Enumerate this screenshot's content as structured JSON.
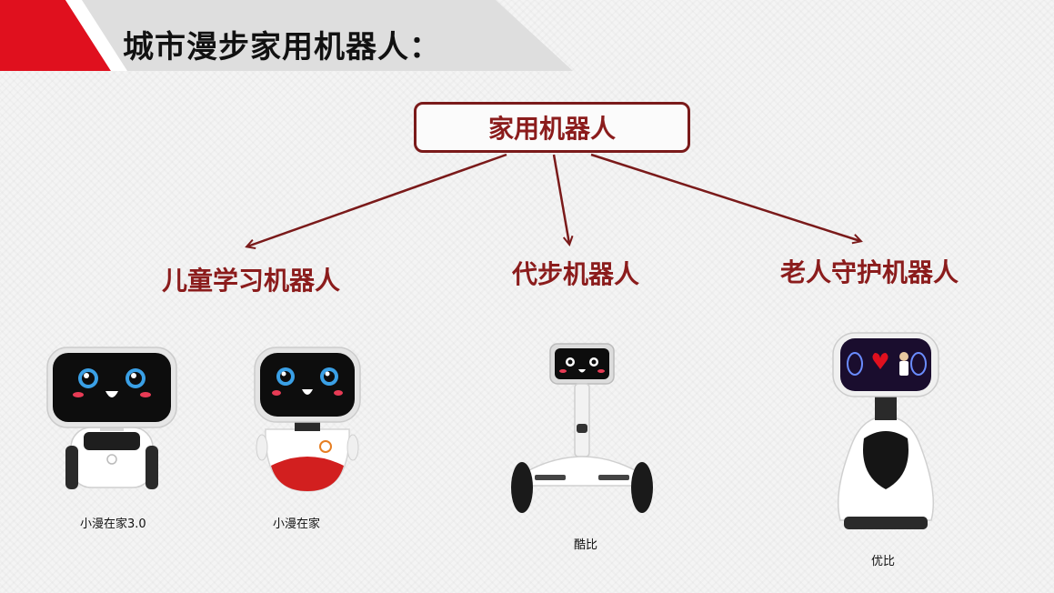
{
  "page_title": "城市漫步家用机器人：",
  "root": {
    "label": "家用机器人"
  },
  "categories": [
    {
      "label": "儿童学习机器人"
    },
    {
      "label": "代步机器人"
    },
    {
      "label": "老人守护机器人"
    }
  ],
  "products": [
    {
      "caption": "小漫在家3.0",
      "icon": "desktop-robot-icon"
    },
    {
      "caption": "小漫在家",
      "icon": "companion-robot-icon"
    },
    {
      "caption": "酷比",
      "icon": "balance-scooter-robot-icon"
    },
    {
      "caption": "优比",
      "icon": "care-robot-icon"
    }
  ],
  "colors": {
    "accent_red": "#e0101e",
    "diagram_red": "#8b1c1c",
    "band_gray": "#dcdcdc"
  }
}
